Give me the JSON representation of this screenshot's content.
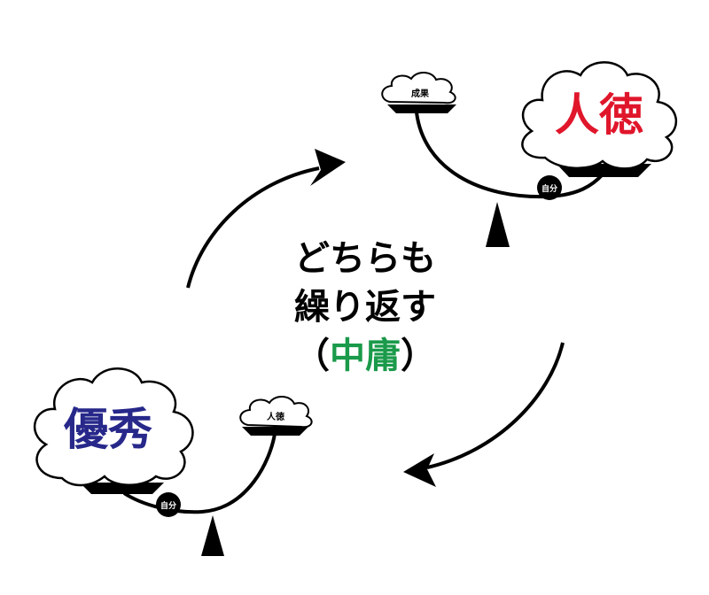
{
  "center": {
    "line1": "どちらも",
    "line2": "繰り返す",
    "paren_open": "（",
    "highlight": "中庸",
    "paren_close": "）",
    "highlight_color": "#1a9a4a"
  },
  "top_scale": {
    "small_cloud_label": "成果",
    "big_cloud_label": "人徳",
    "big_cloud_color": "#e0162b",
    "fulcrum_label": "自分"
  },
  "bottom_scale": {
    "big_cloud_label": "優秀",
    "big_cloud_color": "#27288a",
    "small_cloud_label": "人徳",
    "fulcrum_label": "自分"
  },
  "colors": {
    "ink": "#000000",
    "cloud_fill": "#ffffff"
  }
}
